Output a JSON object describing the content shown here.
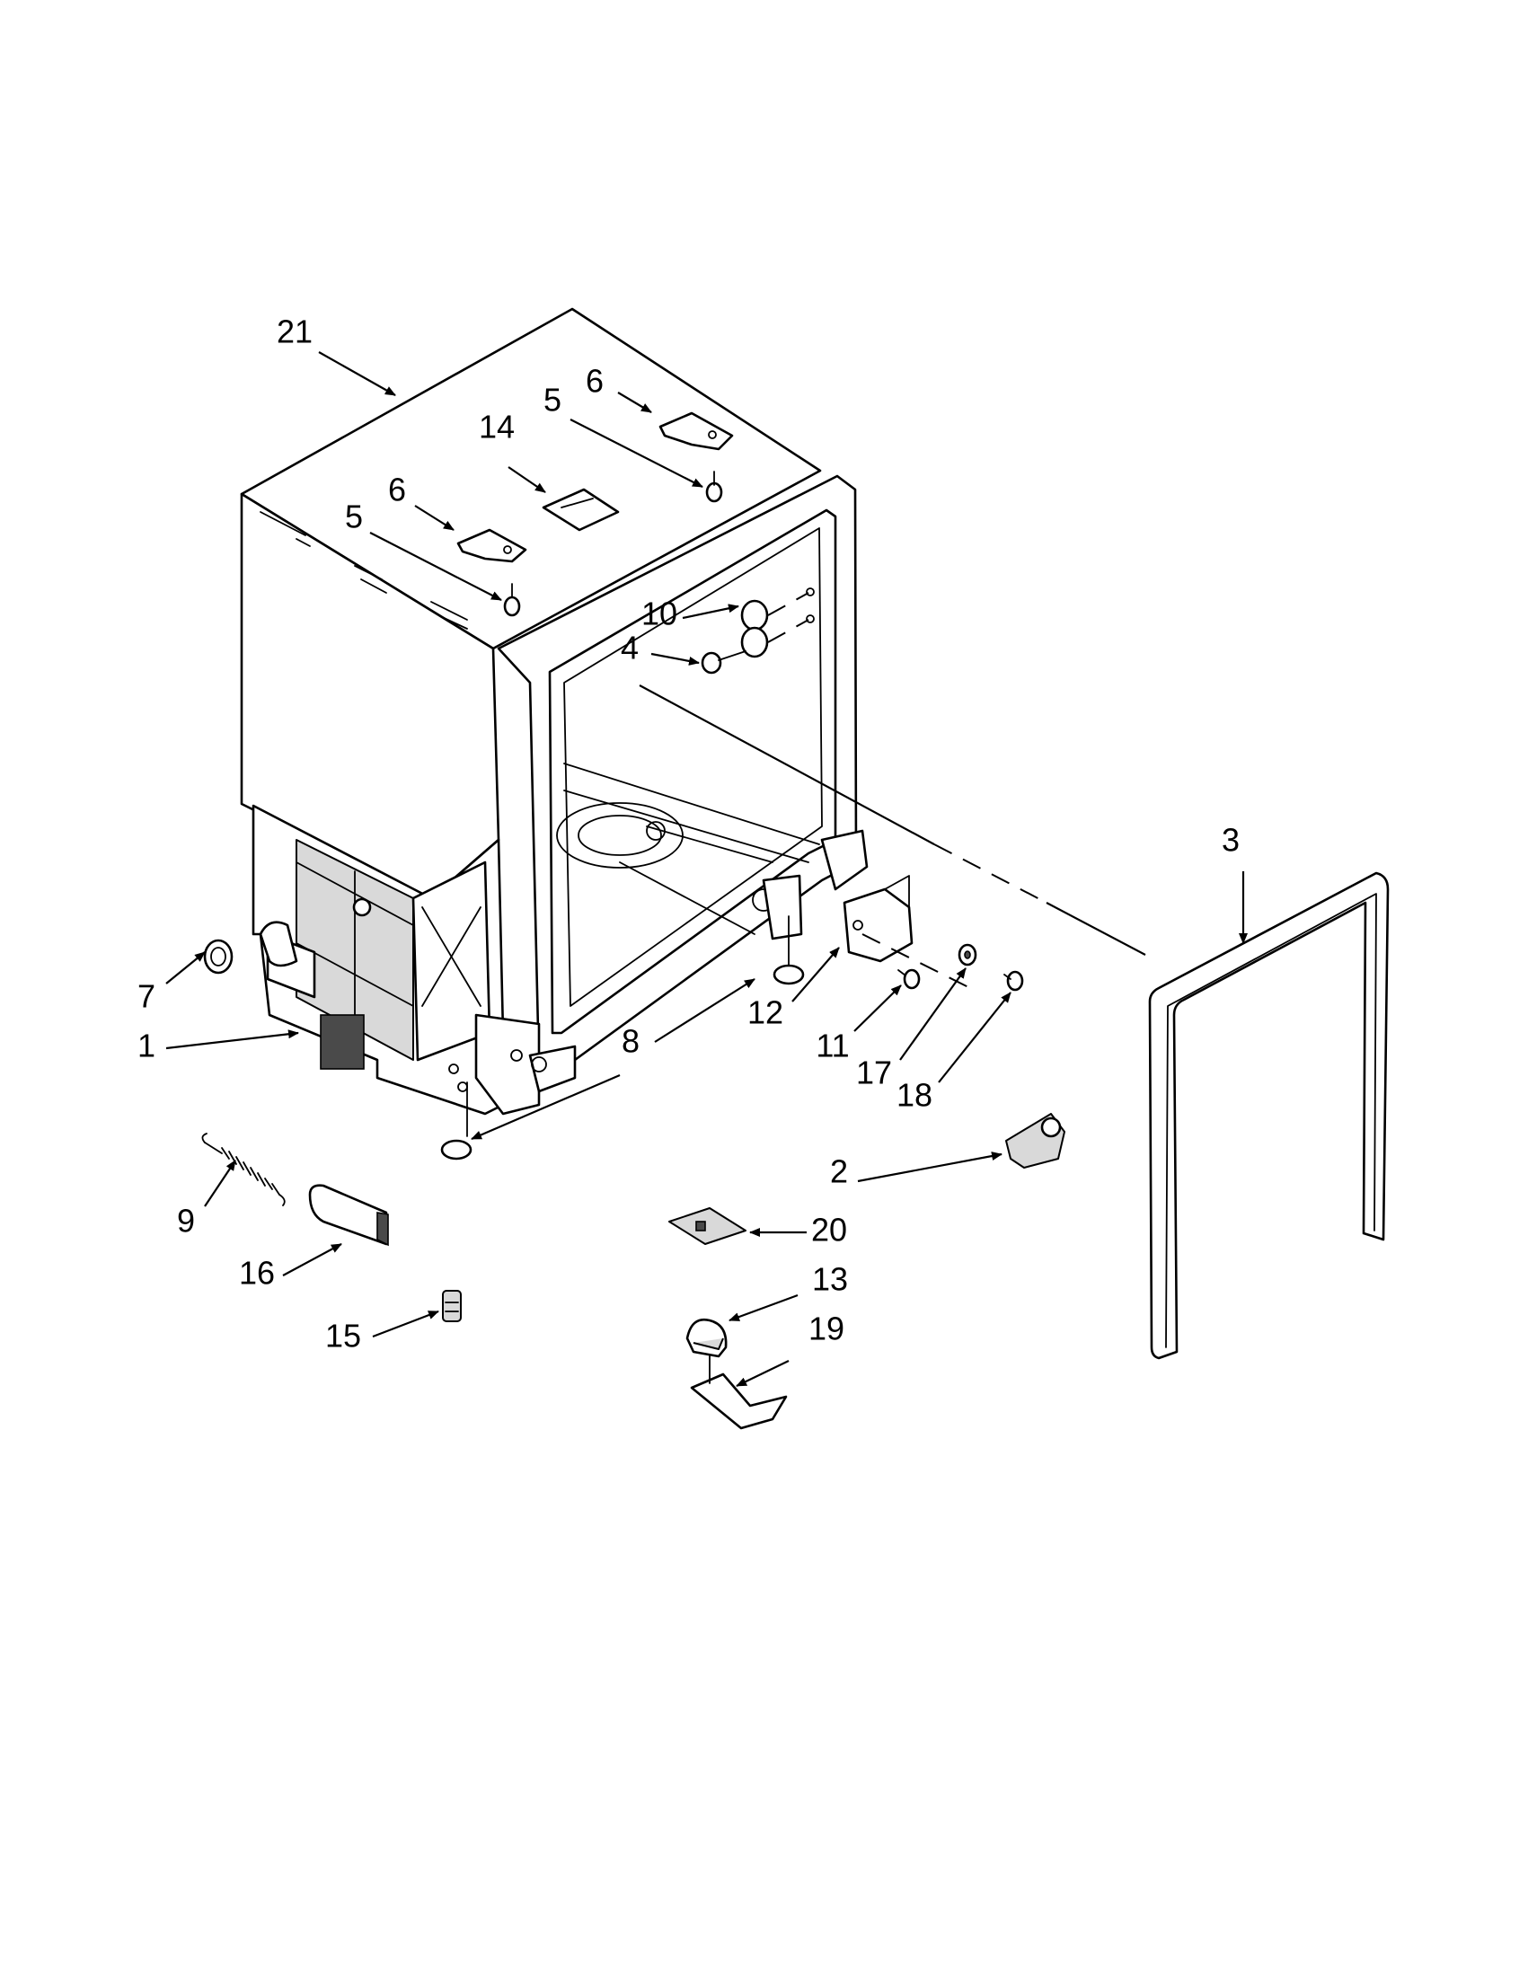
{
  "callouts": [
    {
      "id": "c1",
      "text": "1"
    },
    {
      "id": "c2",
      "text": "2"
    },
    {
      "id": "c3",
      "text": "3"
    },
    {
      "id": "c4",
      "text": "4"
    },
    {
      "id": "c5a",
      "text": "5"
    },
    {
      "id": "c5b",
      "text": "5"
    },
    {
      "id": "c6a",
      "text": "6"
    },
    {
      "id": "c6b",
      "text": "6"
    },
    {
      "id": "c7",
      "text": "7"
    },
    {
      "id": "c8",
      "text": "8"
    },
    {
      "id": "c9",
      "text": "9"
    },
    {
      "id": "c10",
      "text": "10"
    },
    {
      "id": "c11",
      "text": "11"
    },
    {
      "id": "c12",
      "text": "12"
    },
    {
      "id": "c13",
      "text": "13"
    },
    {
      "id": "c14",
      "text": "14"
    },
    {
      "id": "c15",
      "text": "15"
    },
    {
      "id": "c16",
      "text": "16"
    },
    {
      "id": "c17",
      "text": "17"
    },
    {
      "id": "c18",
      "text": "18"
    },
    {
      "id": "c19",
      "text": "19"
    },
    {
      "id": "c20",
      "text": "20"
    },
    {
      "id": "c21",
      "text": "21"
    }
  ]
}
